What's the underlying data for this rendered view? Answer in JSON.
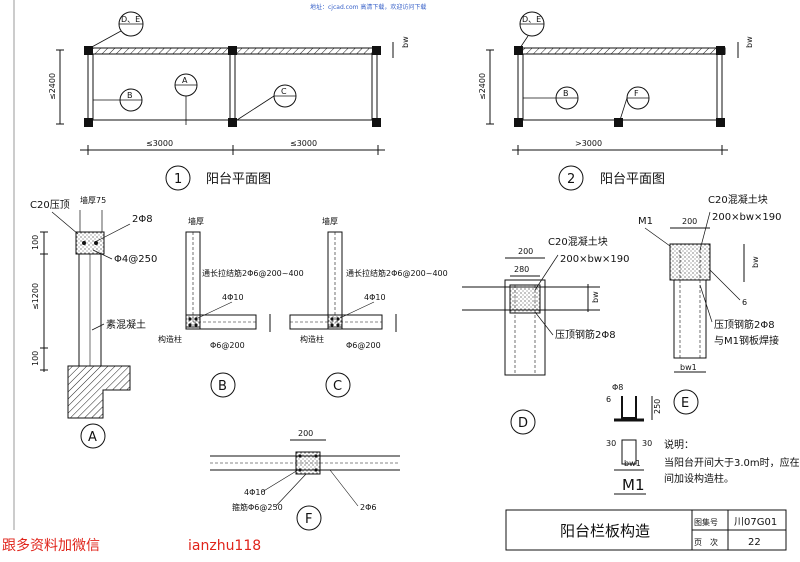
{
  "watermark": "地址：cjcad.com 高清下载，欢迎访问下载",
  "plan1": {
    "circle_no": "1",
    "title": "阳台平面图",
    "dim_width_a": "≤3000",
    "dim_width_b": "≤3000",
    "dim_depth": "≤2400",
    "dim_bw": "bw",
    "callouts": [
      "D、E",
      "A",
      "B",
      "C"
    ]
  },
  "plan2": {
    "circle_no": "2",
    "title": "阳台平面图",
    "dim_width": ">3000",
    "dim_depth": "≤2400",
    "dim_bw": "bw",
    "callouts": [
      "D、E",
      "B",
      "F"
    ]
  },
  "detailA": {
    "circle": "A",
    "c20_label": "C20压顶",
    "wall_thickness": "墙厚75",
    "rebar_top": "2Φ8",
    "stirrup": "Φ4@250",
    "material": "素混凝土",
    "dim_100_top": "100",
    "dim_height": "≤1200",
    "dim_100_bot": "100"
  },
  "detailB": {
    "circle": "B",
    "wall_thickness": "墙厚",
    "tie_rebar": "通长拉结筋2Φ6@200~400",
    "main_rebar": "4Φ10",
    "column": "构造柱",
    "stirrup": "Φ6@200"
  },
  "detailC": {
    "circle": "C",
    "wall_thickness": "墙厚",
    "tie_rebar": "通长拉结筋2Φ6@200~400",
    "main_rebar": "4Φ10",
    "column": "构造柱",
    "stirrup": "Φ6@200"
  },
  "detailD": {
    "circle": "D",
    "c20_block": "C20混凝土块",
    "block_size": "200×bw×190",
    "dim_200": "200",
    "dim_280": "280",
    "dim_bw": "bw",
    "rebar": "压顶钢筋2Φ8"
  },
  "detailE": {
    "circle": "E",
    "c20_block": "C20混凝土块",
    "block_size": "200×bw×190",
    "m1": "M1",
    "dim_200": "200",
    "dim_bw": "bw",
    "weld_no": "6",
    "rebar_weld_1": "压顶钢筋2Φ8",
    "rebar_weld_2": "与M1钢板焊接",
    "dim_bw1": "bw1"
  },
  "detailF": {
    "circle": "F",
    "dim_200": "200",
    "main_rebar": "4Φ10",
    "stirrup": "箍筋Φ6@250",
    "tie": "2Φ6"
  },
  "m1_detail": {
    "label": "M1",
    "rebar": "Φ8",
    "weld": "6",
    "dim_30a": "30",
    "dim_30b": "30",
    "dim_250": "250",
    "dim_bw1": "bw1"
  },
  "note": {
    "title": "说明：",
    "line1": "当阳台开间大于3.0m时，应在中",
    "line2": "间加设构造柱。"
  },
  "title_block": {
    "title": "阳台栏板构造",
    "atlas_label": "图集号",
    "atlas_no": "川07G01",
    "page_label": "页　次",
    "page_no": "22"
  },
  "promo": {
    "text_left": "跟多资料加微信",
    "text_right": "ianzhu118"
  },
  "colors": {
    "ink": "#111111",
    "red": "#e0241b",
    "blue": "#3a63c9"
  }
}
